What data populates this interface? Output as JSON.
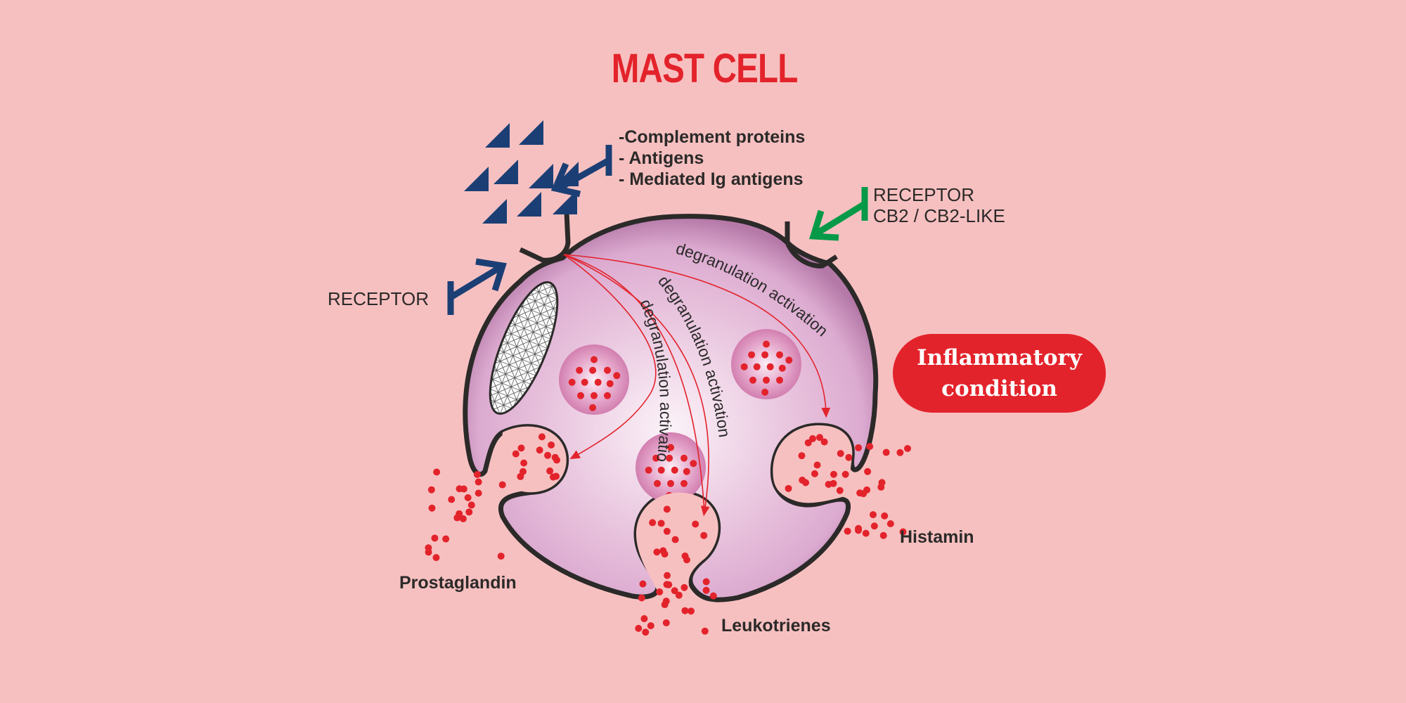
{
  "title": "MAST CELL",
  "stimuli": {
    "items": [
      "-Complement proteins",
      "- Antigens",
      "- Mediated Ig antigens"
    ],
    "arrow_color": "#1b3f75"
  },
  "receptor_left": {
    "label": "RECEPTOR",
    "arrow_color": "#1b3f75"
  },
  "receptor_right": {
    "line1": "RECEPTOR",
    "line2": "CB2 / CB2-LIKE",
    "arrow_color": "#069a48"
  },
  "pathways": [
    {
      "label": "degranulation activation",
      "target": "histamin-vesicle"
    },
    {
      "label": "degranulation activation",
      "target": "leukotrienes-vesicle"
    },
    {
      "label": "degranulation activation",
      "target": "prostaglandin-vesicle"
    }
  ],
  "mediators": {
    "prostaglandin": "Prostaglandin",
    "leukotrienes": "Leukotrienes",
    "histamin": "Histamin"
  },
  "badge": {
    "line1": "Inflammatory",
    "line2": "condition",
    "color": "#e3232b"
  },
  "colors": {
    "background": "#f7c0c0",
    "title": "#e3232b",
    "membrane": "#2b2a29",
    "granule_dot": "#e3232b",
    "cytoplasm": "#e6bcd9"
  }
}
